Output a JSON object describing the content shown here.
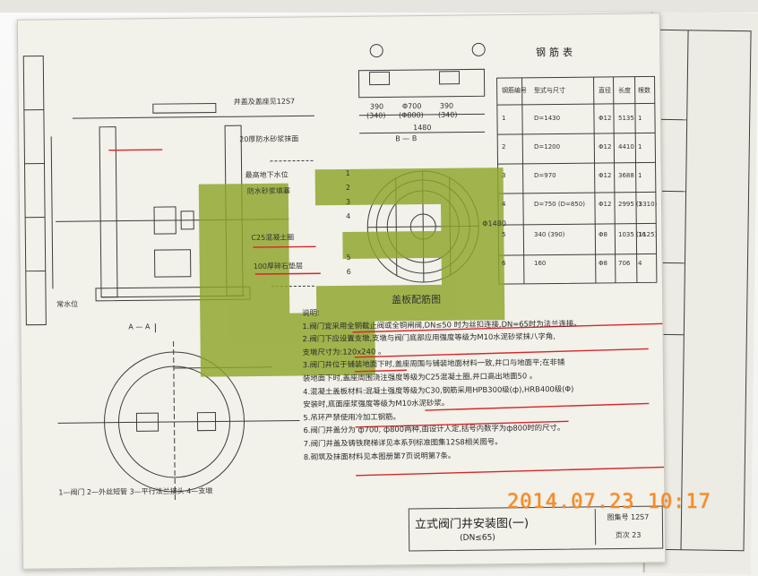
{
  "drawing": {
    "title": "立式阀门井安装图(一)",
    "subtitle": "(DN≤65)",
    "atlas_label": "图集号",
    "atlas_no": "12S7",
    "page_label": "页次",
    "page_no": "23"
  },
  "rebar_table": {
    "title": "钢筋表",
    "headers": [
      "钢筋编号",
      "型式与尺寸",
      "直径",
      "长度",
      "根数"
    ],
    "rows": [
      {
        "no": "1",
        "shape": "D=1430",
        "dia": "Φ12",
        "len": "5135",
        "qty": "1"
      },
      {
        "no": "2",
        "shape": "D=1200",
        "dia": "Φ12",
        "len": "4410",
        "qty": "1"
      },
      {
        "no": "3",
        "shape": "D=970",
        "dia": "Φ12",
        "len": "3688",
        "qty": "1"
      },
      {
        "no": "4",
        "shape": "D=750 (D=850)",
        "dia": "Φ12",
        "len": "2995 (3310)",
        "qty": "1"
      },
      {
        "no": "5",
        "shape": "340 (390)",
        "dia": "Φ8",
        "len": "1035 (1125)",
        "qty": "16"
      },
      {
        "no": "6",
        "shape": "160",
        "dia": "Φ8",
        "len": "706",
        "qty": "4"
      }
    ]
  },
  "section_bb": {
    "label": "B — B",
    "dims": [
      "390",
      "Φ700",
      "390",
      "(340)",
      "(Φ800)",
      "(340)",
      "1480"
    ]
  },
  "cover_plan": {
    "label": "盖板配筋图",
    "marks": [
      "1",
      "2",
      "3",
      "4",
      "5",
      "6",
      "Φ1480"
    ]
  },
  "section_aa": {
    "labels": [
      "井盖及盖座见12S7",
      "20厚防水砂浆抹面",
      "最高地下水位",
      "防水砂浆填塞",
      "C25混凝土圈",
      "100厚碎石垫层",
      "常水位"
    ]
  },
  "plan_legend": "1—阀门  2—外丝短管  3—平行法兰接头  4—支墩",
  "notes": {
    "label": "说明:",
    "items": [
      "1.阀门宜采用全铜截止阀或全铜闸阀,DN≤50 时为丝扣连接,DN=65时为法兰连接。",
      "2.阀门下应设置支墩,支墩与阀门底部应用强度等级为M10水泥砂浆抹八字角,",
      "  支墩尺寸为:120x240 。",
      "3.阀门井位于铺装地面下时,盖座周围与铺装地面材料一致,井口与地面平;在非铺",
      "  装地面下时,盖座周围浇注强度等级为C25混凝土圈,井口高出地面50 。",
      "4.混凝土盖板材料:混凝土强度等级为C30,钢筋采用HPB300级(ф),HRB400级(Φ)",
      "  安装时,底面座浆强度等级为M10水泥砂浆。",
      "5.吊环严禁使用冷加工钢筋。",
      "6.阀门井盖分为 ф700, ф800两种,由设计人定,括号内数字为ф800时的尺寸。",
      "7.阀门井盖及铸铁爬梯详见本系列标准图集12S8相关图号。",
      "8.砌筑及抹面材料见本图册第7页说明第7条。"
    ]
  },
  "timestamp": "2014.07.23 10:17",
  "colors": {
    "watermark": "#8fa52a",
    "underline": "#d8262a",
    "stamp": "#ff8a1e",
    "paper": "#f2f1ea"
  }
}
